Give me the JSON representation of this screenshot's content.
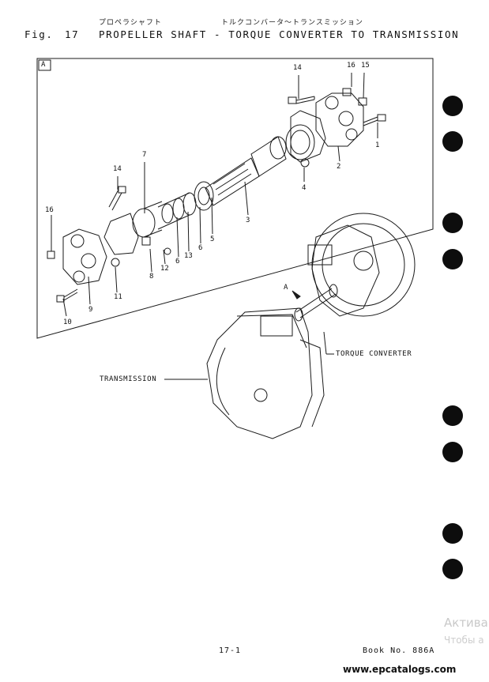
{
  "header": {
    "jp_left": "プロペラシャフト",
    "jp_right": "トルクコンバータ～トランスミッション",
    "fig_label": "Fig.",
    "fig_number": "17",
    "title": "PROPELLER SHAFT - TORQUE CONVERTER TO TRANSMISSION"
  },
  "diagram": {
    "inset_tag": "A",
    "view_arrow_label": "A",
    "parts": [
      {
        "id": "p14a",
        "text": "14"
      },
      {
        "id": "p16a",
        "text": "16"
      },
      {
        "id": "p15",
        "text": "15"
      },
      {
        "id": "p1",
        "text": "1"
      },
      {
        "id": "p2",
        "text": "2"
      },
      {
        "id": "p4",
        "text": "4"
      },
      {
        "id": "p7",
        "text": "7"
      },
      {
        "id": "p14b",
        "text": "14"
      },
      {
        "id": "p3",
        "text": "3"
      },
      {
        "id": "p16b",
        "text": "16"
      },
      {
        "id": "p5",
        "text": "5"
      },
      {
        "id": "p6a",
        "text": "6"
      },
      {
        "id": "p13",
        "text": "13"
      },
      {
        "id": "p6b",
        "text": "6"
      },
      {
        "id": "p12",
        "text": "12"
      },
      {
        "id": "p8",
        "text": "8"
      },
      {
        "id": "p11",
        "text": "11"
      },
      {
        "id": "p9",
        "text": "9"
      },
      {
        "id": "p10",
        "text": "10"
      }
    ],
    "torque_converter_label": "TORQUE CONVERTER",
    "transmission_label": "TRANSMISSION"
  },
  "footer": {
    "page_number": "17-1",
    "book_number": "Book No. 886A",
    "website": "www.epcatalogs.com"
  },
  "watermark": {
    "line1": "Актива",
    "line2": "Чтобы а"
  }
}
